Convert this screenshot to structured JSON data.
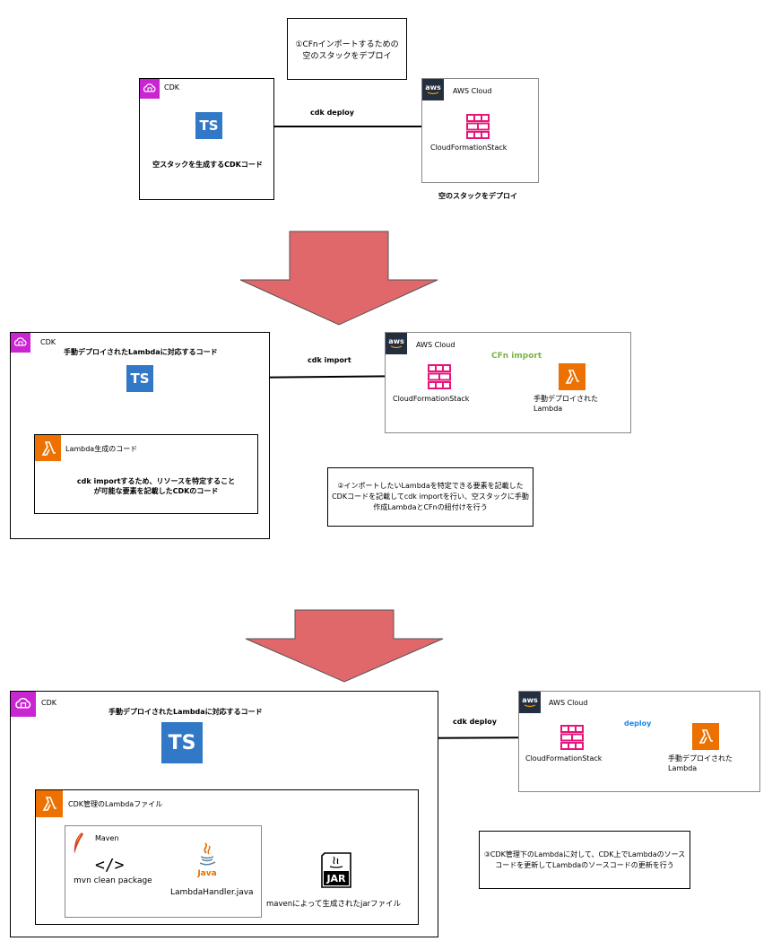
{
  "step1": {
    "note": "①CFnインポートするための空のスタックをデプロイ",
    "cdk_label": "CDK",
    "cdk_caption": "空スタックを生成するCDKコード",
    "arrow_label": "cdk deploy",
    "aws_label": "AWS Cloud",
    "stack_label": "CloudFormationStack",
    "below_label": "空のスタックをデプロイ",
    "ts": "TS"
  },
  "step2": {
    "cdk_label": "CDK",
    "title": "手動デプロイされたLambdaに対応するコード",
    "ts": "TS",
    "lambda_box_label": "Lambda生成のコード",
    "lambda_caption": "cdk importするため、リソースを特定することが可能な要素を記載したCDKのコード",
    "arrow_label": "cdk import",
    "aws_label": "AWS Cloud",
    "cfn_label": "CFn import",
    "stack_label": "CloudFormationStack",
    "lambda_label": "手動デプロイされたLambda",
    "note": "②インポートしたいLambdaを特定できる要素を記載したCDKコードを記載してcdk importを行い、空スタックに手動作成LambdaとCFnの紐付けを行う"
  },
  "step3": {
    "cdk_label": "CDK",
    "title": "手動デプロイされたLambdaに対応するコード",
    "ts": "TS",
    "lambda_box_label": "CDK管理のLambdaファイル",
    "maven_label": "Maven",
    "mvn_cmd": "mvn clean package",
    "java_file": "LambdaHandler.java",
    "java_text": "Java",
    "jar_text": "JAR",
    "jar_caption": "mavenによって生成されたjarファイル",
    "arrow_label": "cdk deploy",
    "aws_label": "AWS Cloud",
    "deploy_label": "deploy",
    "stack_label": "CloudFormationStack",
    "lambda_label": "手動デプロイされたLambda",
    "note": "③CDK管理下のLambdaに対して、CDK上でLambdaのソースコードを更新してLambdaのソースコードの更新を行う"
  },
  "icons": {
    "cdk": "cdk-icon",
    "aws": "aws-logo-icon",
    "lambda": "lambda-icon",
    "stack": "cloudformation-stack-icon",
    "typescript": "typescript-icon",
    "maven": "maven-feather-icon",
    "code": "code-brackets-icon",
    "java": "java-icon",
    "jar": "jar-icon",
    "aws_text": "aws"
  },
  "colors": {
    "cdk": "#c925d1",
    "lambda": "#ed7100",
    "stack": "#e7157b",
    "typescript": "#3178c6",
    "big_arrow": "#e0686b",
    "cfn_import": "#7cb342",
    "deploy": "#1e88e5"
  }
}
